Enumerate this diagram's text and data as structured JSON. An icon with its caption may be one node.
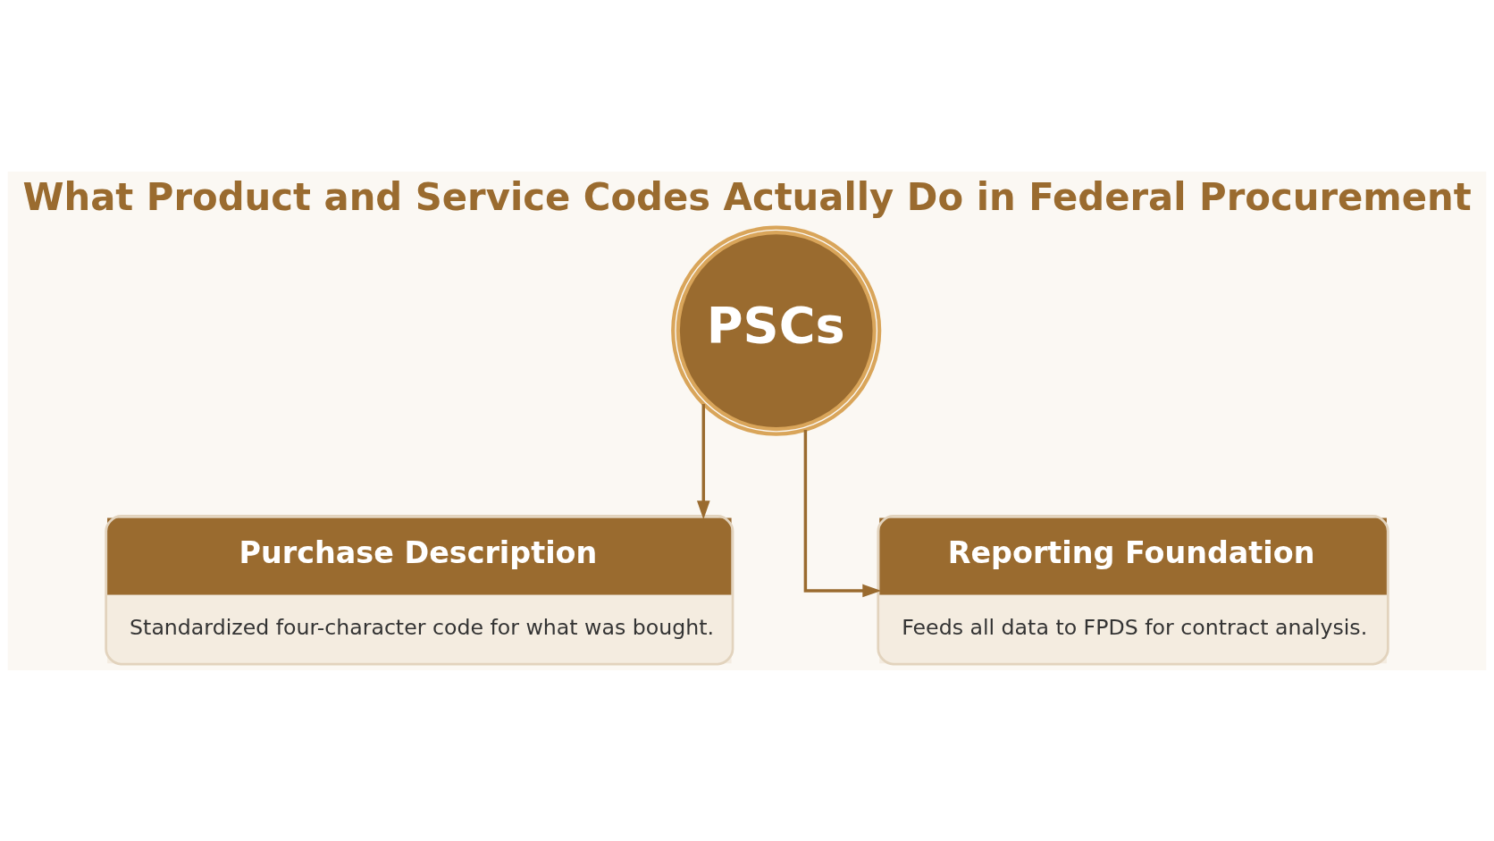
{
  "diagram": {
    "title": "What Product and Service Codes Actually Do in Federal Procurement",
    "nodes": [
      {
        "text": [
          "PSCs"
        ]
      },
      {
        "text": [
          "Purchase Description",
          "Standardized four-character code for what was bought."
        ]
      },
      {
        "text": [
          "Reporting Foundation",
          "Feeds all data to FPDS for contract analysis."
        ]
      }
    ],
    "edges": [
      {
        "from": 0,
        "to": 1,
        "arrow": "to"
      },
      {
        "from": 0,
        "to": 2,
        "arrow": "to"
      }
    ]
  }
}
